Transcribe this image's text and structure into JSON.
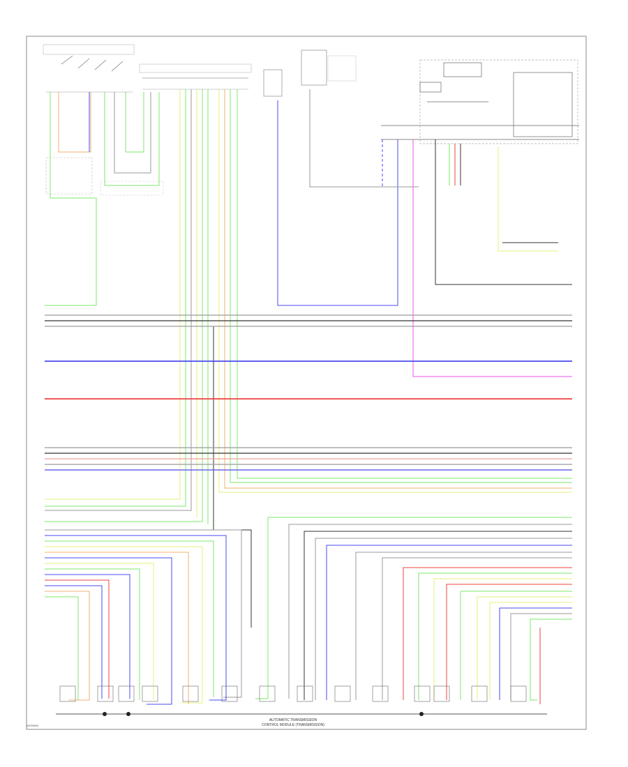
{
  "diagram": {
    "bottom_label_1": "AUTOMATIC TRANSMISSION",
    "bottom_label_2": "CONTROL MODULE (TRANSMISSION)",
    "footer_code": "W1R6M8"
  },
  "colors": {
    "wire_green": "#7be86a",
    "wire_yellow": "#e6f07a",
    "wire_orange": "#f0b070",
    "wire_blue": "#4a4af0",
    "wire_red": "#f04040",
    "wire_magenta": "#f050f0",
    "wire_gray": "#9a9a9a",
    "wire_black": "#333333",
    "frame": "#888888"
  }
}
